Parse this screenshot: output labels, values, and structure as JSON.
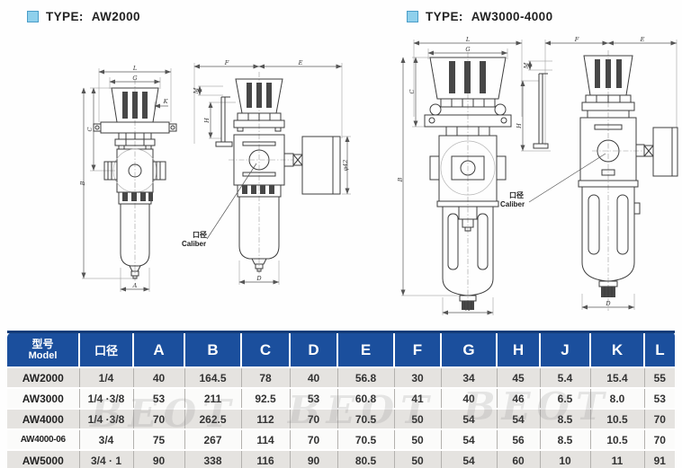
{
  "sections": [
    {
      "label": "TYPE:",
      "value": "AW2000"
    },
    {
      "label": "TYPE:",
      "value": "AW3000-4000"
    }
  ],
  "drawings": {
    "aw2000_front": {
      "dims": {
        "top_width": "L",
        "knob_width": "G",
        "knob_step": "K",
        "upper_height": "C",
        "total_height": "B",
        "bowl_width": "A"
      }
    },
    "aw2000_side": {
      "dims": {
        "front_depth": "F",
        "back_depth": "E",
        "tab_height": "M",
        "bracket_height": "H",
        "gauge_diameter": "φ42",
        "bowl_width": "D"
      },
      "caliber": {
        "cn": "口径",
        "en": "Caliber"
      }
    },
    "aw3000_front": {
      "dims": {
        "top_width": "L",
        "knob_width": "G",
        "upper_height": "C",
        "total_height": "B",
        "bowl_width": "A"
      }
    },
    "aw3000_side": {
      "dims": {
        "front_depth": "F",
        "back_depth": "E",
        "tab_height": "M",
        "bracket_height": "H",
        "bowl_width": "D"
      },
      "caliber": {
        "cn": "口径",
        "en": "Caliber"
      }
    }
  },
  "table": {
    "header": {
      "model_cn": "型号",
      "model_en": "Model",
      "caliber": "口径",
      "dims": [
        "A",
        "B",
        "C",
        "D",
        "E",
        "F",
        "G",
        "H",
        "J",
        "K",
        "L"
      ]
    },
    "rows": [
      {
        "model": "AW2000",
        "caliber": "1/4",
        "values": [
          "40",
          "164.5",
          "78",
          "40",
          "56.8",
          "30",
          "34",
          "45",
          "5.4",
          "15.4",
          "55"
        ]
      },
      {
        "model": "AW3000",
        "caliber": "1/4 ·3/8",
        "values": [
          "53",
          "211",
          "92.5",
          "53",
          "60.8",
          "41",
          "40",
          "46",
          "6.5",
          "8.0",
          "53"
        ]
      },
      {
        "model": "AW4000",
        "caliber": "1/4 ·3/8",
        "values": [
          "70",
          "262.5",
          "112",
          "70",
          "70.5",
          "50",
          "54",
          "54",
          "8.5",
          "10.5",
          "70"
        ]
      },
      {
        "model": "AW4000-06",
        "caliber": "3/4",
        "values": [
          "75",
          "267",
          "114",
          "70",
          "70.5",
          "50",
          "54",
          "56",
          "8.5",
          "10.5",
          "70"
        ]
      },
      {
        "model": "AW5000",
        "caliber": "3/4 · 1",
        "values": [
          "90",
          "338",
          "116",
          "90",
          "80.5",
          "50",
          "54",
          "60",
          "10",
          "11",
          "91"
        ]
      }
    ]
  },
  "watermark": {
    "text": "BEOT"
  },
  "colors": {
    "table_header_bg": "#1b4f9d",
    "row_shaded": "#e5e3e0",
    "row_plain": "#fbfbfa",
    "bullet_fill": "#8fd0ec",
    "bullet_border": "#4a9dc8"
  }
}
